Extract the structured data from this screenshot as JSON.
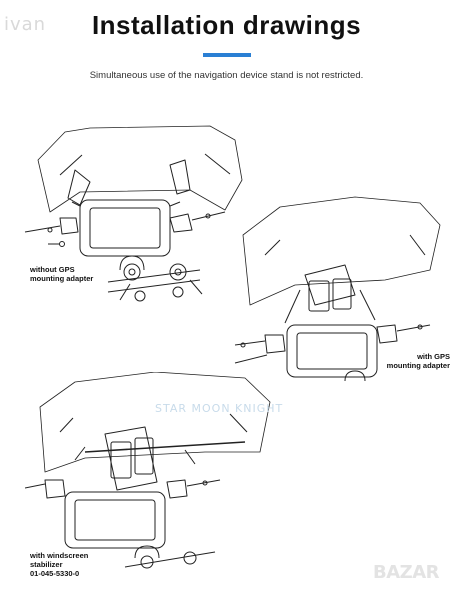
{
  "header": {
    "watermark": "ivan",
    "title": "Installation drawings",
    "subtitle": "Simultaneous use of the navigation device stand is not restricted."
  },
  "figures": [
    {
      "caption_line1": "without GPS",
      "caption_line2": "mounting adapter"
    },
    {
      "caption_line1": "with GPS",
      "caption_line2": "mounting adapter"
    },
    {
      "caption_line1": "with windscreen",
      "caption_line2": "stabilizer",
      "caption_line3": "01-045-5330-0"
    }
  ],
  "overlay": {
    "middle_watermark": "STAR MOON KNIGHT",
    "corner_watermark": "BAZAR"
  },
  "colors": {
    "accent": "#2a7fd4",
    "line": "#222222"
  }
}
